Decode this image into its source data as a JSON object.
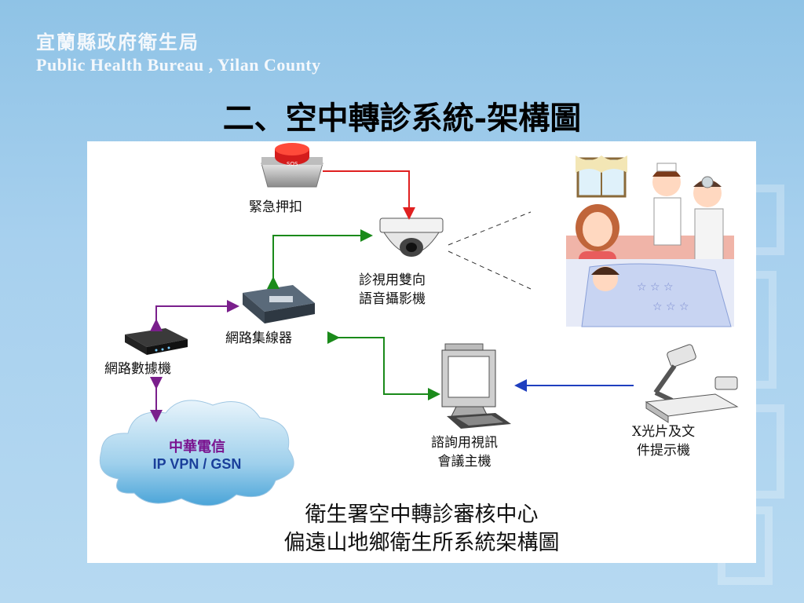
{
  "header": {
    "org_name_cn": "宜蘭縣政府衛生局",
    "org_name_en": "Public Health Bureau , Yilan County"
  },
  "slide": {
    "title": "二、空中轉診系統-架構圖"
  },
  "diagram": {
    "sos_button_label": "緊急押扣",
    "camera_label_line1": "診視用雙向",
    "camera_label_line2": "語音攝影機",
    "hub_label": "網路集線器",
    "modem_label": "網路數據機",
    "cloud_line1": "中華電信",
    "cloud_line2": "IP VPN / GSN",
    "video_host_line1": "諮詢用視訊",
    "video_host_line2": "會議主機",
    "xray_line1": "X光片及文",
    "xray_line2": "件提示機",
    "caption_line1": "衛生署空中轉診審核中心",
    "caption_line2": "偏遠山地鄉衛生所系統架構圖",
    "colors": {
      "red_link": "#e02020",
      "green_link": "#1a8a1a",
      "purple_link": "#7a1f8c",
      "blue_link": "#1f3fbf",
      "cloud_text": "#7a1490",
      "cloud_text2": "#1a3f9a"
    }
  }
}
